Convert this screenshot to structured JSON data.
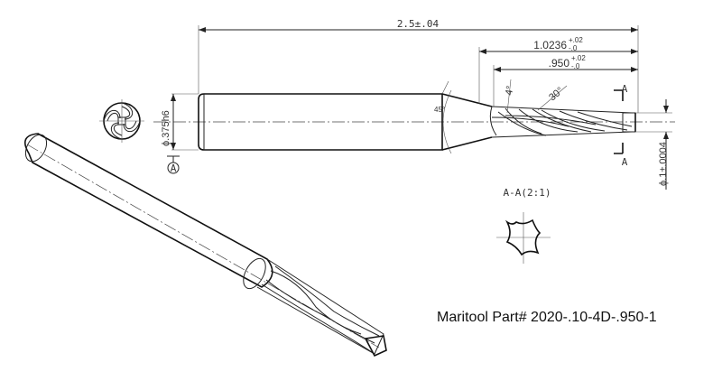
{
  "dimensions": {
    "overall_length": "2.5±.04",
    "neck_length": "1.0236",
    "neck_tol_upper": "+.02",
    "neck_tol_lower": "-.0",
    "flute_length": ".950",
    "flute_tol_upper": "+.02",
    "flute_tol_lower": "-.0",
    "taper_angle": "4°",
    "helix_angle": "30°",
    "chamfer_angle": "45°",
    "shank_diameter": "ϕ.375h6",
    "tip_diameter": "ϕ.1±.0004"
  },
  "datum_label": "A",
  "section_marker": "A",
  "section_title": "A-A(2:1)",
  "part_number": "Maritool Part# 2020-.10-4D-.950-1"
}
